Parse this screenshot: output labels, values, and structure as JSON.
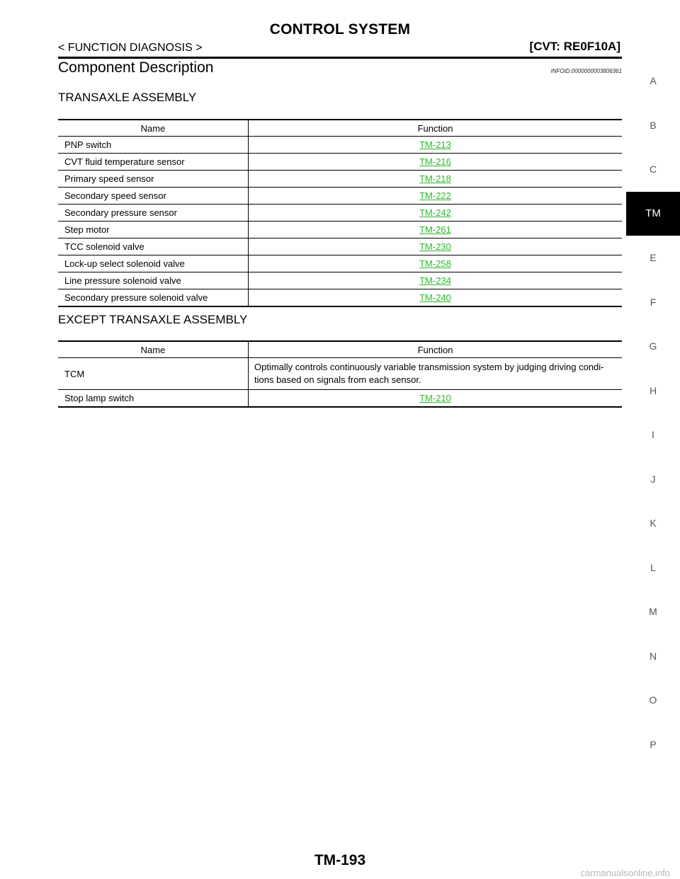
{
  "header": {
    "title": "CONTROL SYSTEM",
    "section": "< FUNCTION DIAGNOSIS >",
    "model": "[CVT: RE0F10A]"
  },
  "topic": {
    "title": "Component Description",
    "info_id": "INFOID:0000000003806361"
  },
  "transaxle": {
    "heading": "TRANSAXLE ASSEMBLY",
    "columns": [
      "Name",
      "Function"
    ],
    "rows": [
      {
        "name": "PNP switch",
        "function": "TM-213"
      },
      {
        "name": "CVT fluid temperature sensor",
        "function": "TM-216"
      },
      {
        "name": "Primary speed sensor",
        "function": "TM-218"
      },
      {
        "name": "Secondary speed sensor",
        "function": "TM-222"
      },
      {
        "name": "Secondary pressure sensor",
        "function": "TM-242"
      },
      {
        "name": "Step motor",
        "function": "TM-261"
      },
      {
        "name": "TCC solenoid valve",
        "function": "TM-230"
      },
      {
        "name": "Lock-up select solenoid valve",
        "function": "TM-258"
      },
      {
        "name": "Line pressure solenoid valve",
        "function": "TM-234"
      },
      {
        "name": "Secondary pressure solenoid valve",
        "function": "TM-240"
      }
    ]
  },
  "except": {
    "heading": "EXCEPT TRANSAXLE ASSEMBLY",
    "columns": [
      "Name",
      "Function"
    ],
    "rows": [
      {
        "name": "TCM",
        "function": "Optimally controls continuously variable transmission system by judging driving condi- tions based on signals from each sensor."
      },
      {
        "name": "Stop lamp switch",
        "function": "TM-210"
      }
    ]
  },
  "index": {
    "letters": [
      "A",
      "B",
      "C",
      "TM",
      "E",
      "F",
      "G",
      "H",
      "I",
      "J",
      "K",
      "L",
      "M",
      "N",
      "O",
      "P"
    ],
    "active": "TM"
  },
  "footer": {
    "page_number": "TM-193",
    "watermark": "carmanualsonline.info"
  },
  "colors": {
    "link": "#2db82d",
    "active_tab_bg": "#000000"
  }
}
